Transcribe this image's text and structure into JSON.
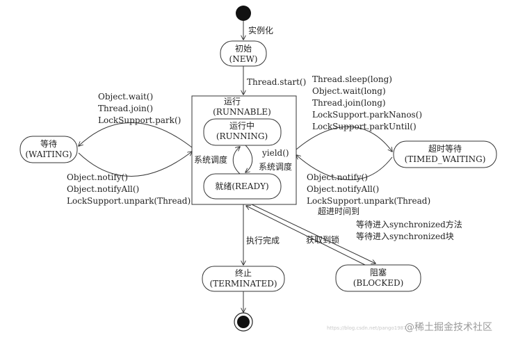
{
  "states": {
    "new_line1": "初始",
    "new_line2": "(NEW)",
    "runnable_title": "运行",
    "runnable_sub": "(RUNNABLE)",
    "running_line1": "运行中",
    "running_line2": "(RUNNING)",
    "ready": "就绪(READY)",
    "waiting_line1": "等待",
    "waiting_line2": "(WAITING)",
    "timed_line1": "超时等待",
    "timed_line2": "(TIMED_WAITING)",
    "terminated_line1": "终止",
    "terminated_line2": "(TERMINATED)",
    "blocked_line1": "阻塞",
    "blocked_line2": "(BLOCKED)"
  },
  "transitions": {
    "instantiate": "实例化",
    "thread_start": "Thread.start()",
    "to_waiting": [
      "Object.wait()",
      "Thread.join()",
      "LockSupport.park()"
    ],
    "from_waiting": [
      "Object.notify()",
      "Object.notifyAll()",
      "LockSupport.unpark(Thread)"
    ],
    "to_timed": [
      "Thread.sleep(long)",
      "Object.wait(long)",
      "Thread.join(long)",
      "LockSupport.parkNanos()",
      "LockSupport.parkUntil()"
    ],
    "from_timed": [
      "Object.notify()",
      "Object.notifyAll()",
      "LockSupport.unpark(Thread)",
      "超进时间到"
    ],
    "sched_left": "系统调度",
    "yield": "yield()",
    "sched_right": "系统调度",
    "finish": "执行完成",
    "acquire_lock": "获取到锁",
    "to_blocked": [
      "等待进入synchronized方法",
      "等待进入synchronized块"
    ]
  },
  "watermark": {
    "text": "@稀土掘金技术社区",
    "faint_url": "https://blog.csdn.net/pango1987"
  },
  "colors": {
    "line": "#333333",
    "text": "#222222",
    "watermark": "#9a9a9a"
  }
}
